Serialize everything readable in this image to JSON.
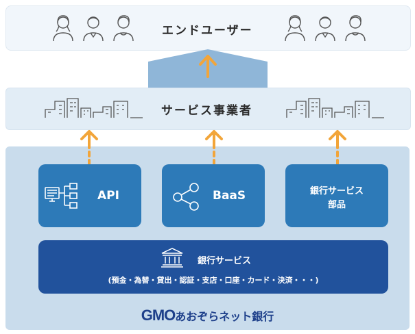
{
  "tiers": {
    "end_user": {
      "label": "エンドユーザー"
    },
    "service_provider": {
      "label": "サービス事業者"
    }
  },
  "cards": {
    "api": {
      "label": "API"
    },
    "baas": {
      "label": "BaaS"
    },
    "parts": {
      "line1": "銀行サービス",
      "line2": "部品"
    }
  },
  "bank_service": {
    "title": "銀行サービス",
    "detail": "(預金・為替・貸出・認証・支店・口座・カード・決済・・・)"
  },
  "footer": {
    "logo": "GMO",
    "name": "あおぞらネット銀行"
  },
  "colors": {
    "arrow": "#f2a53a",
    "card": "#2d7ab8",
    "bank_bar": "#21529c",
    "tier_bottom": "#c9dcec",
    "brand": "#1d3f8a"
  }
}
